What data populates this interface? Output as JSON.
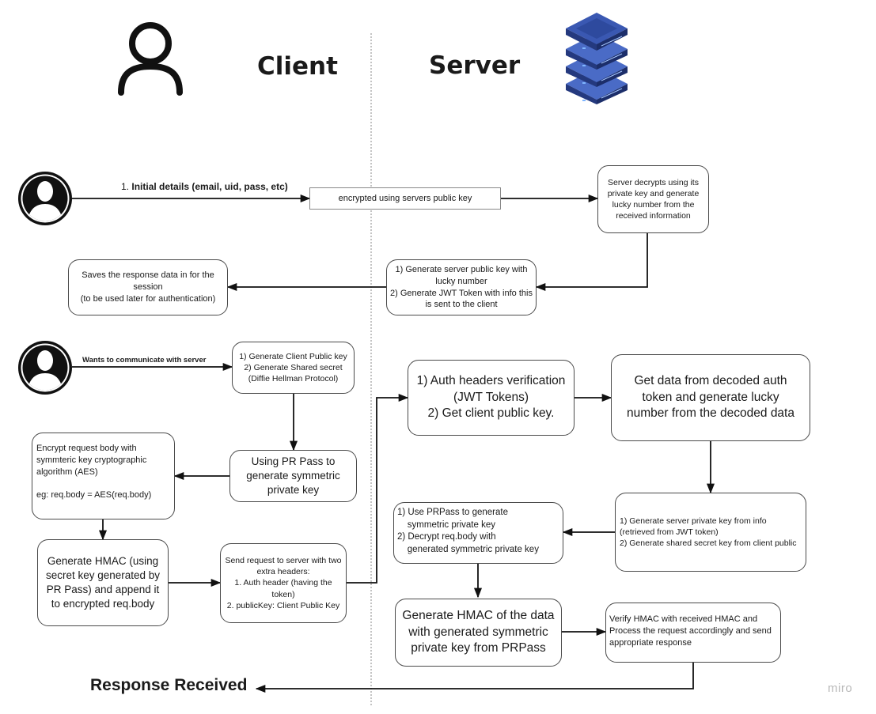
{
  "titles": {
    "client": "Client",
    "server": "Server"
  },
  "labels": {
    "initial_number": "1.",
    "initial_text": "Initial details (email, uid, pass, etc)",
    "wants": "Wants to communicate with server",
    "encrypted_public": "encrypted using servers public key",
    "response": "Response Received",
    "watermark": "miro"
  },
  "nodes": {
    "server_decrypts": "Server decrypts using its private key and generate lucky number from the received information",
    "gen_server_public": "1) Generate server public key with lucky number\n2) Generate JWT Token with info this is sent to the client",
    "saves_response": "Saves the response data in for the session\n(to be used later for authentication)",
    "gen_client_public": "1) Generate Client Public key\n2) Generate Shared secret (Diffie Hellman Protocol)",
    "using_pr_pass": "Using PR Pass to generate symmetric private key",
    "encrypt_body": "Encrypt request body with symmteric key cryptographic algorithm (AES)\n\neg: req.body = AES(req.body)",
    "gen_hmac_client": "Generate HMAC (using secret key generated by PR Pass) and append it to encrypted req.body",
    "send_request": "Send request to server with two extra headers:\n1. Auth header (having the token)\n2. publicKey: Client Public Key",
    "auth_verify": "1) Auth headers verification (JWT Tokens)\n2) Get client public key.",
    "get_data": "Get data from decoded auth token and generate lucky number from the decoded data",
    "gen_server_private": "1) Generate server private key from info (retrieved from JWT token)\n2) Generate shared secret key from client public",
    "use_prpass": "2) Decrypt req.body with\n    generated symmetric private key",
    "use_prpass_a": "1) Use PRPass to generate\n    symmetric private key",
    "gen_hmac_server": "Generate HMAC of the data with generated symmetric private key from PRPass",
    "verify_hmac": "Verify HMAC with received HMAC and Process the request accordingly and send appropriate response"
  },
  "colors": {
    "stroke": "#111111",
    "box_border": "#4a4a4a",
    "server_blue_dark": "#1f3473",
    "server_blue": "#2e4a9e",
    "server_blue_light": "#4a6bc6",
    "server_led": "#7fb6ff"
  },
  "icons": [
    "person-outline-icon",
    "server-stack-icon",
    "user-avatar-icon"
  ]
}
